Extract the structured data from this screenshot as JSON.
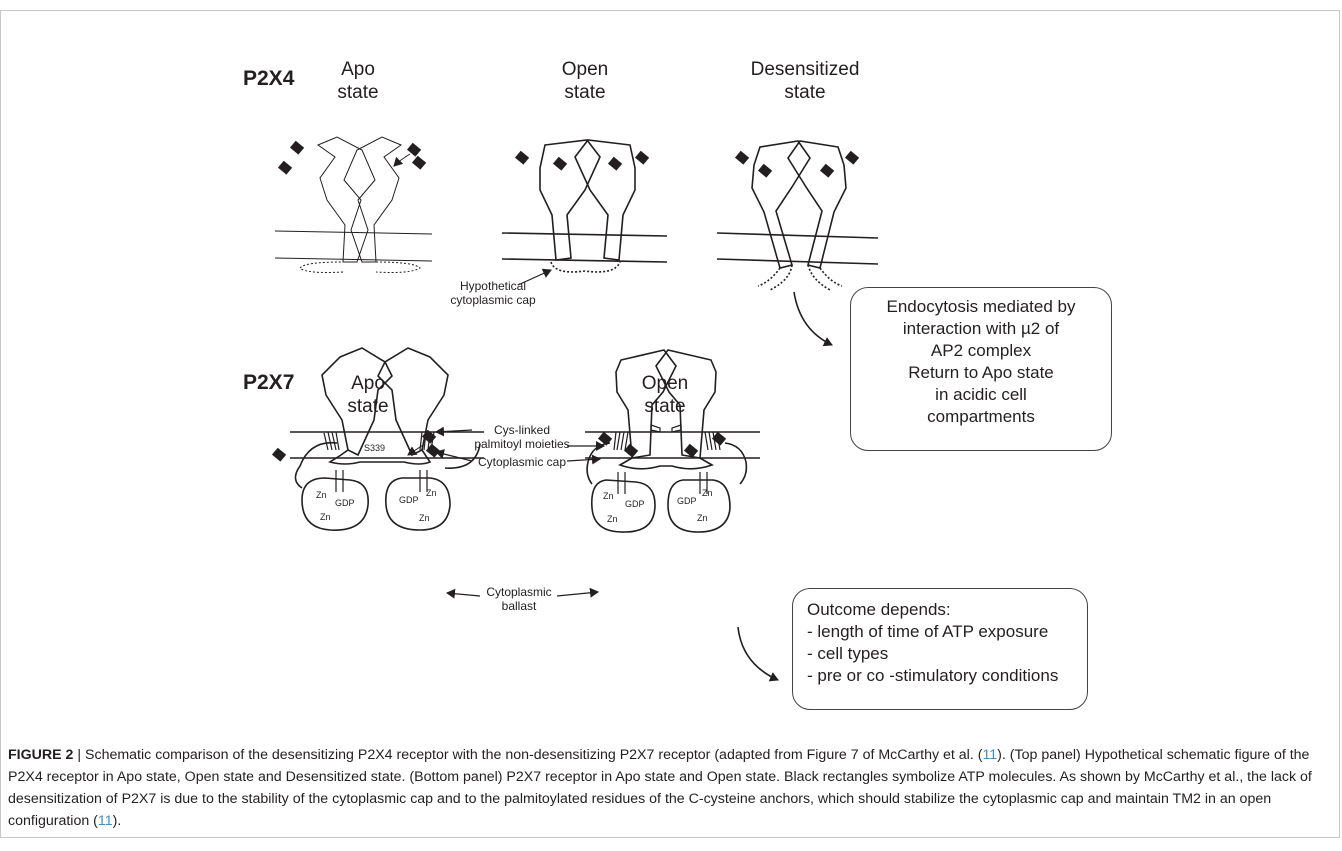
{
  "figure": {
    "top_panel": {
      "title": "P2X4",
      "states": [
        {
          "line1": "Apo",
          "line2": "state"
        },
        {
          "line1": "Open",
          "line2": "state"
        },
        {
          "line1": "Desensitized",
          "line2": "state"
        }
      ],
      "cap_label": {
        "line1": "Hypothetical",
        "line2": "cytoplasmic cap"
      },
      "endocytosis_box": [
        "Endocytosis mediated by",
        "interaction with  µ2 of",
        "AP2 complex",
        "Return to Apo state",
        "in acidic cell",
        "compartments"
      ]
    },
    "bottom_panel": {
      "title": "P2X7",
      "states": [
        {
          "line1": "Apo",
          "line2": "state"
        },
        {
          "line1": "Open",
          "line2": "state"
        }
      ],
      "residue": "S339",
      "palmitoyl_label": {
        "line1": "Cys-linked",
        "line2": "palmitoyl moieties"
      },
      "cap_label": "Cytoplasmic cap",
      "ballast_label": {
        "line1": "Cytoplasmic",
        "line2": "ballast"
      },
      "ballast_left": {
        "zn1": "Zn",
        "gdp": "GDP",
        "zn2": "Zn"
      },
      "ballast_right": {
        "gdp": "GDP",
        "zn1": "Zn",
        "zn2": "Zn"
      },
      "outcome_box": {
        "title": "Outcome depends:",
        "items": [
          "- length of time of ATP exposure",
          "- cell types",
          "- pre or co -stimulatory conditions"
        ]
      }
    },
    "caption": {
      "label": "FIGURE 2",
      "sep": " | ",
      "part1": "Schematic comparison of the desensitizing P2X4 receptor with the non-desensitizing P2X7 receptor (adapted from Figure 7 of McCarthy et al. (",
      "ref1": "11",
      "part2": "). (Top panel) Hypothetical schematic figure of the P2X4 receptor in Apo state, Open state and Desensitized state. (Bottom panel) P2X7 receptor in Apo state and Open state. Black rectangles symbolize ATP molecules. As shown by McCarthy et al., the lack of desensitization of P2X7 is due to the stability of the cytoplasmic cap and to the palmitoylated residues of the C-cysteine anchors, which should stabilize the cytoplasmic cap and maintain TM2 in an open configuration (",
      "ref2": "11",
      "part3": ")."
    }
  }
}
